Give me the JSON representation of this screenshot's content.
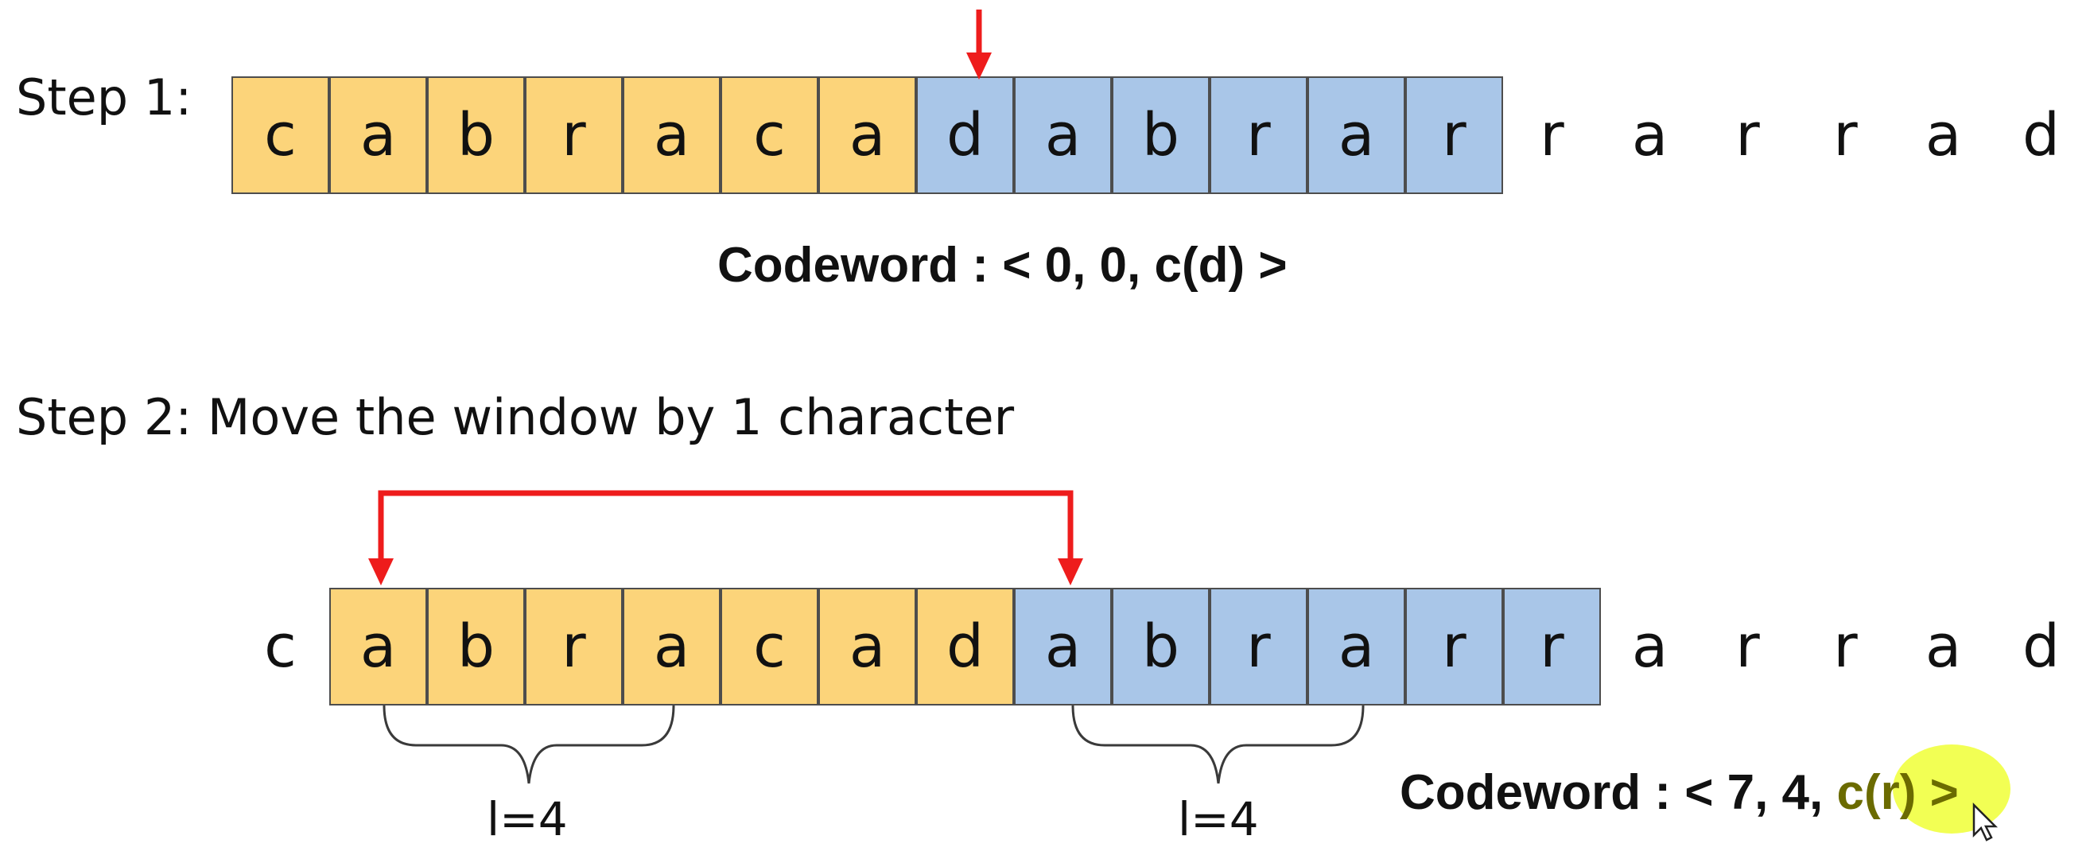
{
  "step1": {
    "label": "Step 1:",
    "sequence": [
      {
        "char": "c",
        "zone": "search"
      },
      {
        "char": "a",
        "zone": "search"
      },
      {
        "char": "b",
        "zone": "search"
      },
      {
        "char": "r",
        "zone": "search"
      },
      {
        "char": "a",
        "zone": "search"
      },
      {
        "char": "c",
        "zone": "search"
      },
      {
        "char": "a",
        "zone": "search"
      },
      {
        "char": "d",
        "zone": "lookahead"
      },
      {
        "char": "a",
        "zone": "lookahead"
      },
      {
        "char": "b",
        "zone": "lookahead"
      },
      {
        "char": "r",
        "zone": "lookahead"
      },
      {
        "char": "a",
        "zone": "lookahead"
      },
      {
        "char": "r",
        "zone": "lookahead"
      },
      {
        "char": "r",
        "zone": "outside"
      },
      {
        "char": "a",
        "zone": "outside"
      },
      {
        "char": "r",
        "zone": "outside"
      },
      {
        "char": "r",
        "zone": "outside"
      },
      {
        "char": "a",
        "zone": "outside"
      },
      {
        "char": "d",
        "zone": "outside"
      }
    ],
    "codeword": "Codeword : < 0, 0, c(d) >"
  },
  "step2": {
    "label": "Step 2: Move the window by 1 character",
    "sequence": [
      {
        "char": "c",
        "zone": "outside"
      },
      {
        "char": "a",
        "zone": "search"
      },
      {
        "char": "b",
        "zone": "search"
      },
      {
        "char": "r",
        "zone": "search"
      },
      {
        "char": "a",
        "zone": "search"
      },
      {
        "char": "c",
        "zone": "search"
      },
      {
        "char": "a",
        "zone": "search"
      },
      {
        "char": "d",
        "zone": "search"
      },
      {
        "char": "a",
        "zone": "lookahead"
      },
      {
        "char": "b",
        "zone": "lookahead"
      },
      {
        "char": "r",
        "zone": "lookahead"
      },
      {
        "char": "a",
        "zone": "lookahead"
      },
      {
        "char": "r",
        "zone": "lookahead"
      },
      {
        "char": "r",
        "zone": "lookahead"
      },
      {
        "char": "a",
        "zone": "outside"
      },
      {
        "char": "r",
        "zone": "outside"
      },
      {
        "char": "r",
        "zone": "outside"
      },
      {
        "char": "a",
        "zone": "outside"
      },
      {
        "char": "d",
        "zone": "outside"
      }
    ],
    "brace_left_label": "l=4",
    "brace_right_label": "l=4",
    "codeword_prefix": "Codeword : < 7, 4, ",
    "codeword_highlight": "c(r)",
    "codeword_suffix": " >"
  },
  "colors": {
    "search_window": "#fcd47a",
    "lookahead_buffer": "#a9c6e8",
    "arrow": "#ee1c1c",
    "highlight": "#f0ff36",
    "codeword_highlight_text": "#6b6b00"
  }
}
